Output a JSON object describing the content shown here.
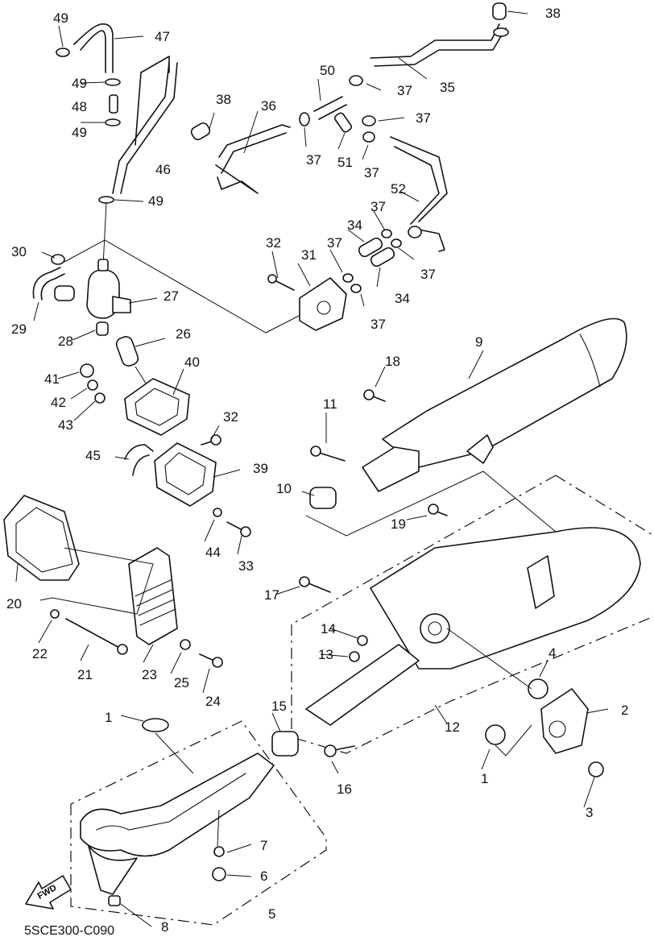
{
  "drawing_code": "5SCE300-C090",
  "fwd_label": "FWD",
  "callouts": [
    {
      "id": "c1a",
      "text": "1"
    },
    {
      "id": "c1b",
      "text": "1"
    },
    {
      "id": "c2",
      "text": "2"
    },
    {
      "id": "c3",
      "text": "3"
    },
    {
      "id": "c4",
      "text": "4"
    },
    {
      "id": "c5",
      "text": "5"
    },
    {
      "id": "c6",
      "text": "6"
    },
    {
      "id": "c7",
      "text": "7"
    },
    {
      "id": "c8",
      "text": "8"
    },
    {
      "id": "c9",
      "text": "9"
    },
    {
      "id": "c10",
      "text": "10"
    },
    {
      "id": "c11",
      "text": "11"
    },
    {
      "id": "c12",
      "text": "12"
    },
    {
      "id": "c13",
      "text": "13"
    },
    {
      "id": "c14",
      "text": "14"
    },
    {
      "id": "c15",
      "text": "15"
    },
    {
      "id": "c16",
      "text": "16"
    },
    {
      "id": "c17",
      "text": "17"
    },
    {
      "id": "c18",
      "text": "18"
    },
    {
      "id": "c19",
      "text": "19"
    },
    {
      "id": "c20",
      "text": "20"
    },
    {
      "id": "c21",
      "text": "21"
    },
    {
      "id": "c22",
      "text": "22"
    },
    {
      "id": "c23",
      "text": "23"
    },
    {
      "id": "c24",
      "text": "24"
    },
    {
      "id": "c25",
      "text": "25"
    },
    {
      "id": "c26",
      "text": "26"
    },
    {
      "id": "c27",
      "text": "27"
    },
    {
      "id": "c28",
      "text": "28"
    },
    {
      "id": "c29",
      "text": "29"
    },
    {
      "id": "c30",
      "text": "30"
    },
    {
      "id": "c31",
      "text": "31"
    },
    {
      "id": "c32a",
      "text": "32"
    },
    {
      "id": "c32b",
      "text": "32"
    },
    {
      "id": "c33",
      "text": "33"
    },
    {
      "id": "c34a",
      "text": "34"
    },
    {
      "id": "c34b",
      "text": "34"
    },
    {
      "id": "c35",
      "text": "35"
    },
    {
      "id": "c36",
      "text": "36"
    },
    {
      "id": "c37a",
      "text": "37"
    },
    {
      "id": "c37b",
      "text": "37"
    },
    {
      "id": "c37c",
      "text": "37"
    },
    {
      "id": "c37d",
      "text": "37"
    },
    {
      "id": "c37e",
      "text": "37"
    },
    {
      "id": "c37f",
      "text": "37"
    },
    {
      "id": "c37g",
      "text": "37"
    },
    {
      "id": "c37h",
      "text": "37"
    },
    {
      "id": "c38a",
      "text": "38"
    },
    {
      "id": "c38b",
      "text": "38"
    },
    {
      "id": "c39",
      "text": "39"
    },
    {
      "id": "c40",
      "text": "40"
    },
    {
      "id": "c41",
      "text": "41"
    },
    {
      "id": "c42",
      "text": "42"
    },
    {
      "id": "c43",
      "text": "43"
    },
    {
      "id": "c44",
      "text": "44"
    },
    {
      "id": "c45",
      "text": "45"
    },
    {
      "id": "c46",
      "text": "46"
    },
    {
      "id": "c47",
      "text": "47"
    },
    {
      "id": "c48",
      "text": "48"
    },
    {
      "id": "c49a",
      "text": "49"
    },
    {
      "id": "c49b",
      "text": "49"
    },
    {
      "id": "c49c",
      "text": "49"
    },
    {
      "id": "c49d",
      "text": "49"
    },
    {
      "id": "c50",
      "text": "50"
    },
    {
      "id": "c51",
      "text": "51"
    },
    {
      "id": "c52",
      "text": "52"
    }
  ]
}
